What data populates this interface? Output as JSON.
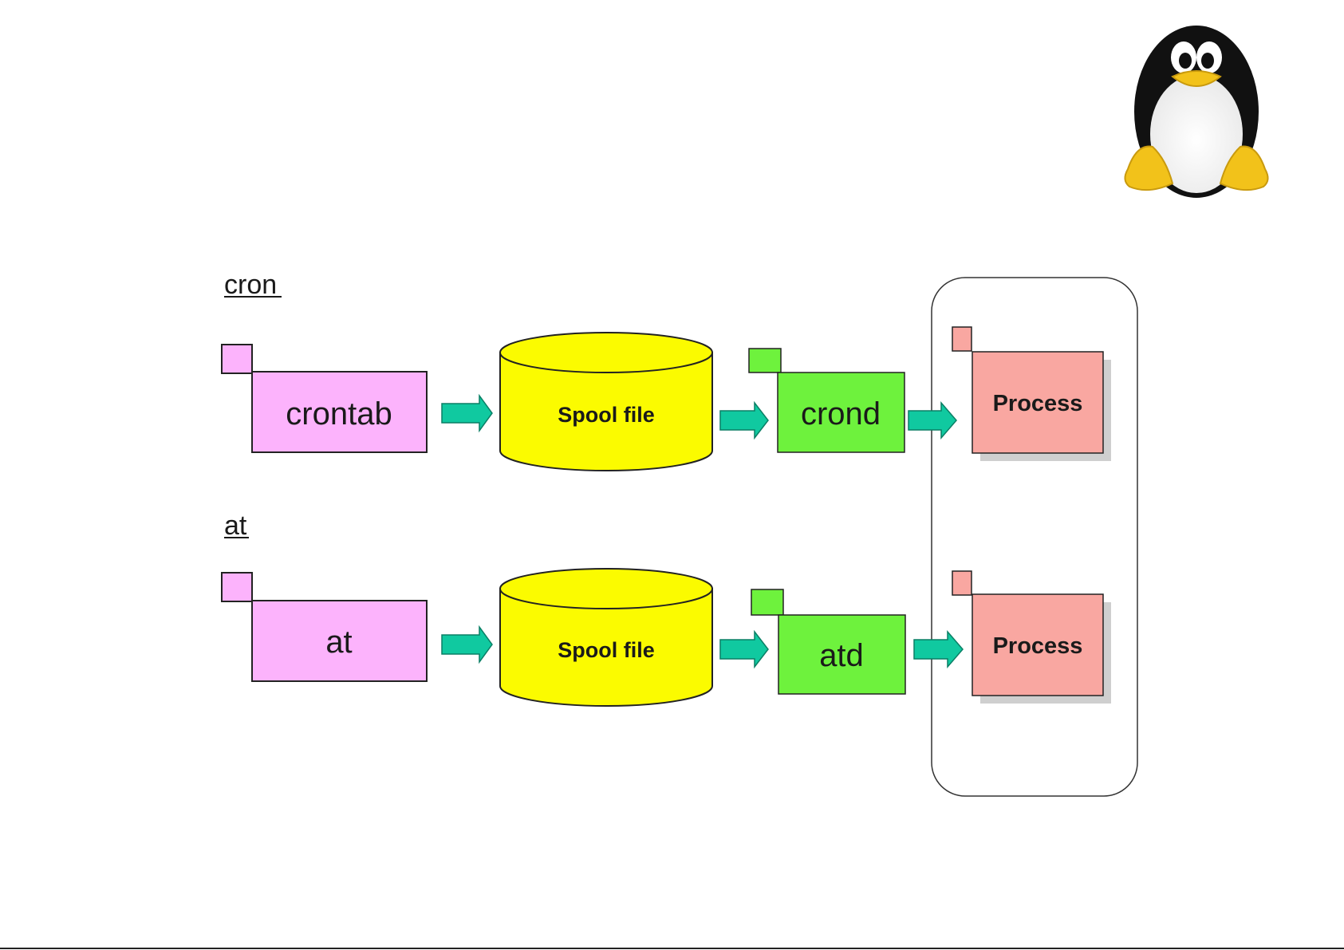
{
  "logo": {
    "icon": "tux-penguin-icon"
  },
  "colors": {
    "command": "#fcb3fc",
    "spool": "#fbfb00",
    "daemon": "#6ef23d",
    "process": "#f9a7a1",
    "arrow": "#10c9a0"
  },
  "rows": [
    {
      "label": "cron",
      "command": "crontab",
      "spool": "Spool file",
      "daemon": "crond",
      "process": "Process"
    },
    {
      "label": "at",
      "command": "at",
      "spool": "Spool file",
      "daemon": "atd",
      "process": "Process"
    }
  ]
}
